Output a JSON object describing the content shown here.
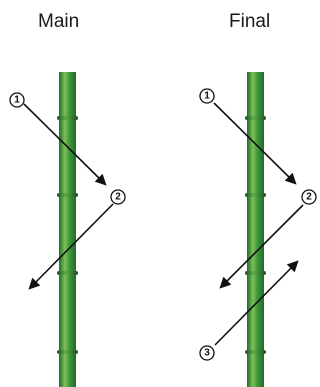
{
  "panels": [
    {
      "title": "Main",
      "steps": [
        {
          "label": "1"
        },
        {
          "label": "2"
        }
      ]
    },
    {
      "title": "Final",
      "steps": [
        {
          "label": "1"
        },
        {
          "label": "2"
        },
        {
          "label": "3"
        }
      ]
    }
  ],
  "colors": {
    "stalk_dark": "#1f6b2a",
    "stalk_mid": "#3f9a3a",
    "stalk_light": "#7cc15a",
    "arrow": "#111111",
    "marker_fill": "#ffffff"
  },
  "icons": {
    "stalk": "bamboo-stalk-icon",
    "step_marker": "numbered-circle-icon",
    "arrow": "arrow-icon"
  }
}
